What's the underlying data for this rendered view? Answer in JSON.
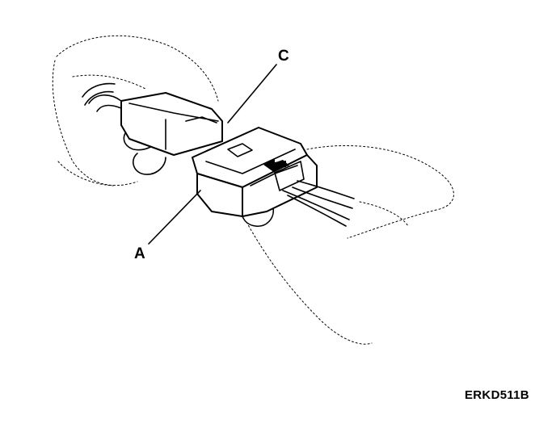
{
  "figure": {
    "callouts": [
      {
        "id": "C",
        "label": "C"
      },
      {
        "id": "A",
        "label": "A"
      }
    ],
    "figure_code": "ERKD511B",
    "icons": [
      "hand-icon",
      "connector-icon",
      "arrow-icon"
    ]
  }
}
